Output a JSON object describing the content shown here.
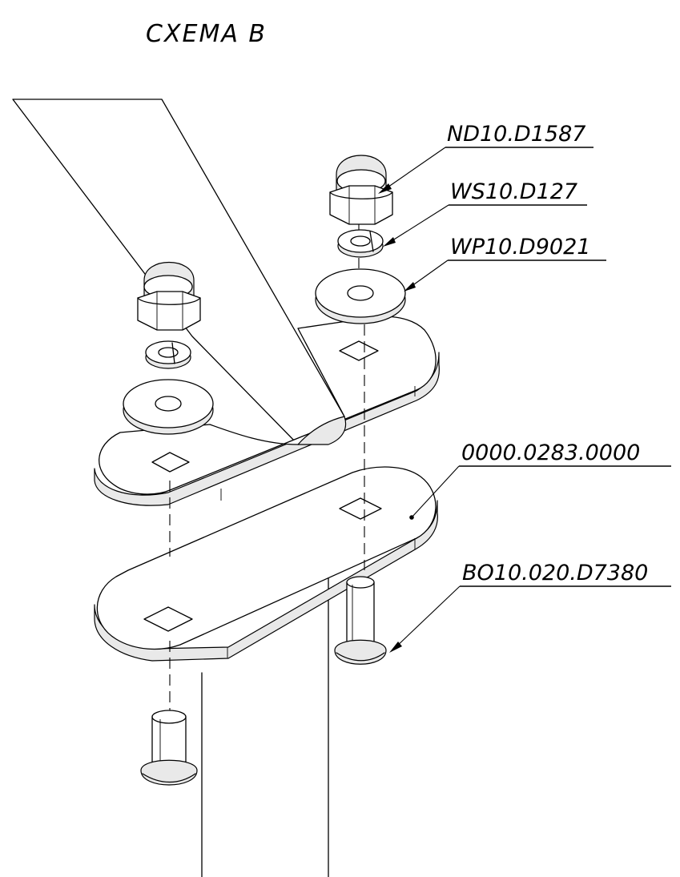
{
  "drawing": {
    "title": "СХЕМА В",
    "callouts": [
      {
        "id": "acorn-nut",
        "label": "ND10.D1587"
      },
      {
        "id": "spring-washer",
        "label": "WS10.D127"
      },
      {
        "id": "flat-washer",
        "label": "WP10.D9021"
      },
      {
        "id": "link-plate",
        "label": "0000.0283.0000"
      },
      {
        "id": "bolt",
        "label": "BO10.020.D7380"
      }
    ]
  }
}
